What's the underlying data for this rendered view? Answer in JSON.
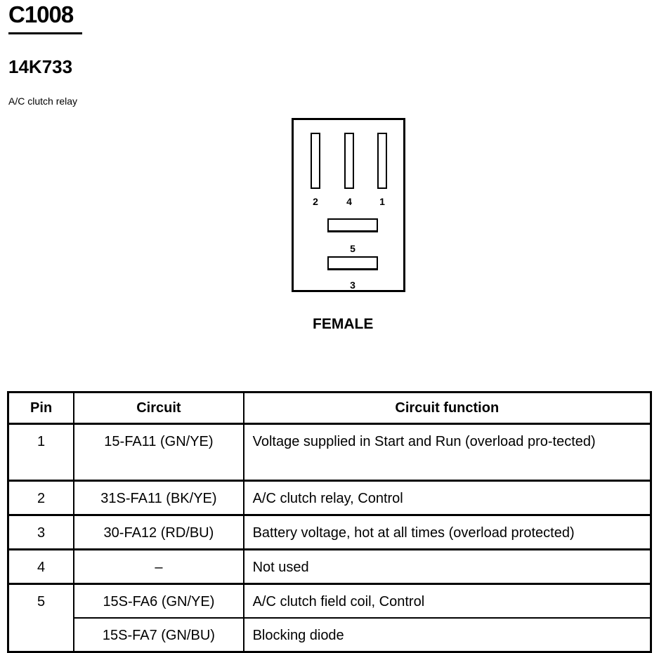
{
  "header": {
    "connector_id": "C1008",
    "part_number": "14K733",
    "description": "A/C clutch relay"
  },
  "connector": {
    "pins_top": [
      "2",
      "4",
      "1"
    ],
    "pins_middle": "5",
    "pins_bottom": "3",
    "gender": "FEMALE"
  },
  "table": {
    "headers": [
      "Pin",
      "Circuit",
      "Circuit function"
    ],
    "rows": [
      {
        "pin": "1",
        "circuit": "15-FA11 (GN/YE)",
        "function": "Voltage supplied in Start and Run (overload pro-tected)"
      },
      {
        "pin": "2",
        "circuit": "31S-FA11 (BK/YE)",
        "function": "A/C clutch relay, Control"
      },
      {
        "pin": "3",
        "circuit": "30-FA12 (RD/BU)",
        "function": "Battery voltage, hot at all times (overload protected)"
      },
      {
        "pin": "4",
        "circuit": "–",
        "function": "Not used"
      },
      {
        "pin": "5",
        "circuit": "15S-FA6 (GN/YE)",
        "function": "A/C clutch field coil, Control"
      },
      {
        "pin": "",
        "circuit": "15S-FA7 (GN/BU)",
        "function": "Blocking diode"
      }
    ]
  }
}
